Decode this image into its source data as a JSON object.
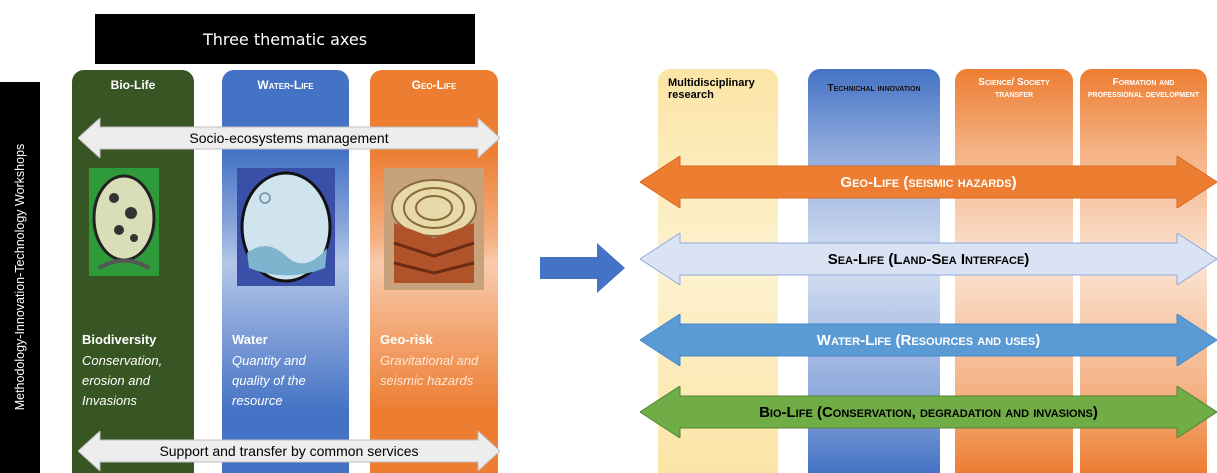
{
  "left": {
    "title": "Three thematic axes",
    "side_label": "Methodology-Innovation-Technology Workshops",
    "columns": [
      {
        "head": "Bio-Life",
        "title": "Biodiversity",
        "desc": "Conservation, erosion and Invasions"
      },
      {
        "head": "Water-Life",
        "title": "Water",
        "desc": "Quantity and quality of the resource"
      },
      {
        "head": "Geo-Life",
        "title": "Geo-risk",
        "desc": "Gravitational and seismic hazards"
      }
    ],
    "top_arrow": "Socio-ecosystems management",
    "bottom_arrow": "Support and transfer by common services"
  },
  "right": {
    "columns": [
      {
        "head": "Multidisciplinary research"
      },
      {
        "head": "Technichal innovation"
      },
      {
        "head": "Science/ Society transfer"
      },
      {
        "head": "Formation and professional development"
      }
    ],
    "bands": [
      {
        "label": "Geo-Life (seismic hazards)",
        "color": "#ed7d31",
        "text_color": "#ffffff"
      },
      {
        "label": "Sea-Life (Land-Sea Interface)",
        "color": "#dae3f3",
        "text_color": "#000000"
      },
      {
        "label": "Water-Life (Resources and uses)",
        "color": "#5b9bd5",
        "text_color": "#ffffff"
      },
      {
        "label": "Bio-Life (Conservation, degradation and invasions)",
        "color": "#70ad47",
        "text_color": "#000000"
      }
    ]
  },
  "colors": {
    "bio": "#375623",
    "water": "#4472c4",
    "geo": "#ed7d31",
    "arrow": "#4472c4"
  }
}
